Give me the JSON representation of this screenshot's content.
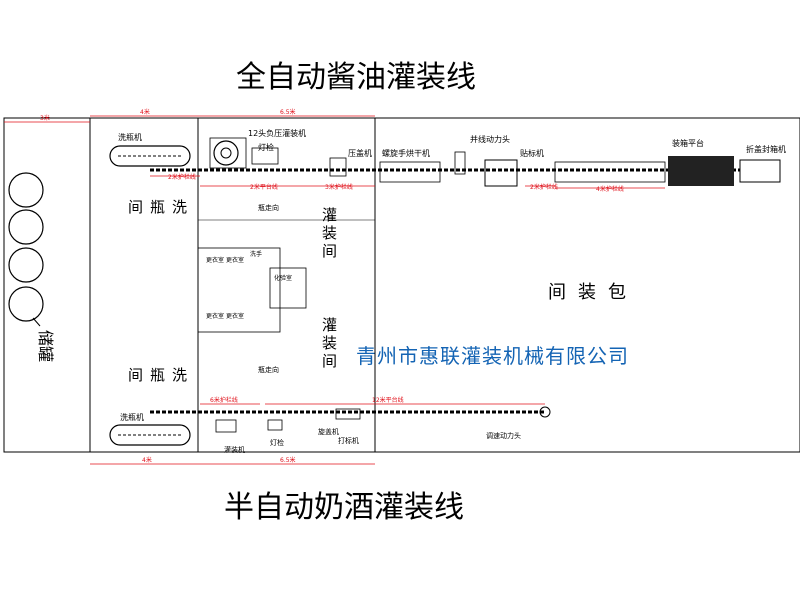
{
  "titles": {
    "top": "全自动酱油灌装线",
    "bottom": "半自动奶酒灌装线"
  },
  "company": "青州市惠联灌装机械有限公司",
  "rooms": {
    "storage": "储罐",
    "wash_top": [
      "洗",
      "瓶",
      "间"
    ],
    "wash_bottom": [
      "洗",
      "瓶",
      "间"
    ],
    "filling_top": [
      "灌",
      "装",
      "间"
    ],
    "filling_bottom": [
      "灌",
      "装",
      "间"
    ],
    "packing": [
      "包",
      "装",
      "间"
    ]
  },
  "machines": {
    "top_washer": "洗瓶机",
    "filler12": "12头负压灌装机",
    "light_inspect": "灯检",
    "capper": "压盖机",
    "spiral_dryer": "螺旋手烘干机",
    "merge_power": "并线动力头",
    "labeler": "贴标机",
    "packing_platform": "装箱平台",
    "carton_sealer": "折盖封箱机",
    "bottom_washer": "洗瓶机",
    "semi_filler": "灌装机",
    "bottom_inspect": "灯检",
    "bottom_capper": "旋盖机",
    "bottom_labeler": "打标机",
    "tail_power": "调速动力头"
  },
  "dimensions": {
    "d3": "3米",
    "d4": "4米",
    "d65": "6.5米",
    "rail2a": "2米护栏线",
    "rail2b": "2米平台线",
    "rail3": "3米护栏线",
    "rail2c": "2米护栏线",
    "rail4": "4米护栏线",
    "rail6": "6米护栏线",
    "rail12": "12米平台线",
    "d4b": "4米",
    "d65b": "6.5米"
  },
  "notes": {
    "flow1": "瓶走向",
    "flow2": "瓶走向",
    "lab1": "更衣室",
    "lab2": "更衣室",
    "lab3": "更衣室",
    "lab4": "更衣室",
    "lab5": "化验室",
    "lab6": "洗手"
  },
  "colors": {
    "line": "#000000",
    "dimension": "#e0101a",
    "company": "#1464b4"
  }
}
